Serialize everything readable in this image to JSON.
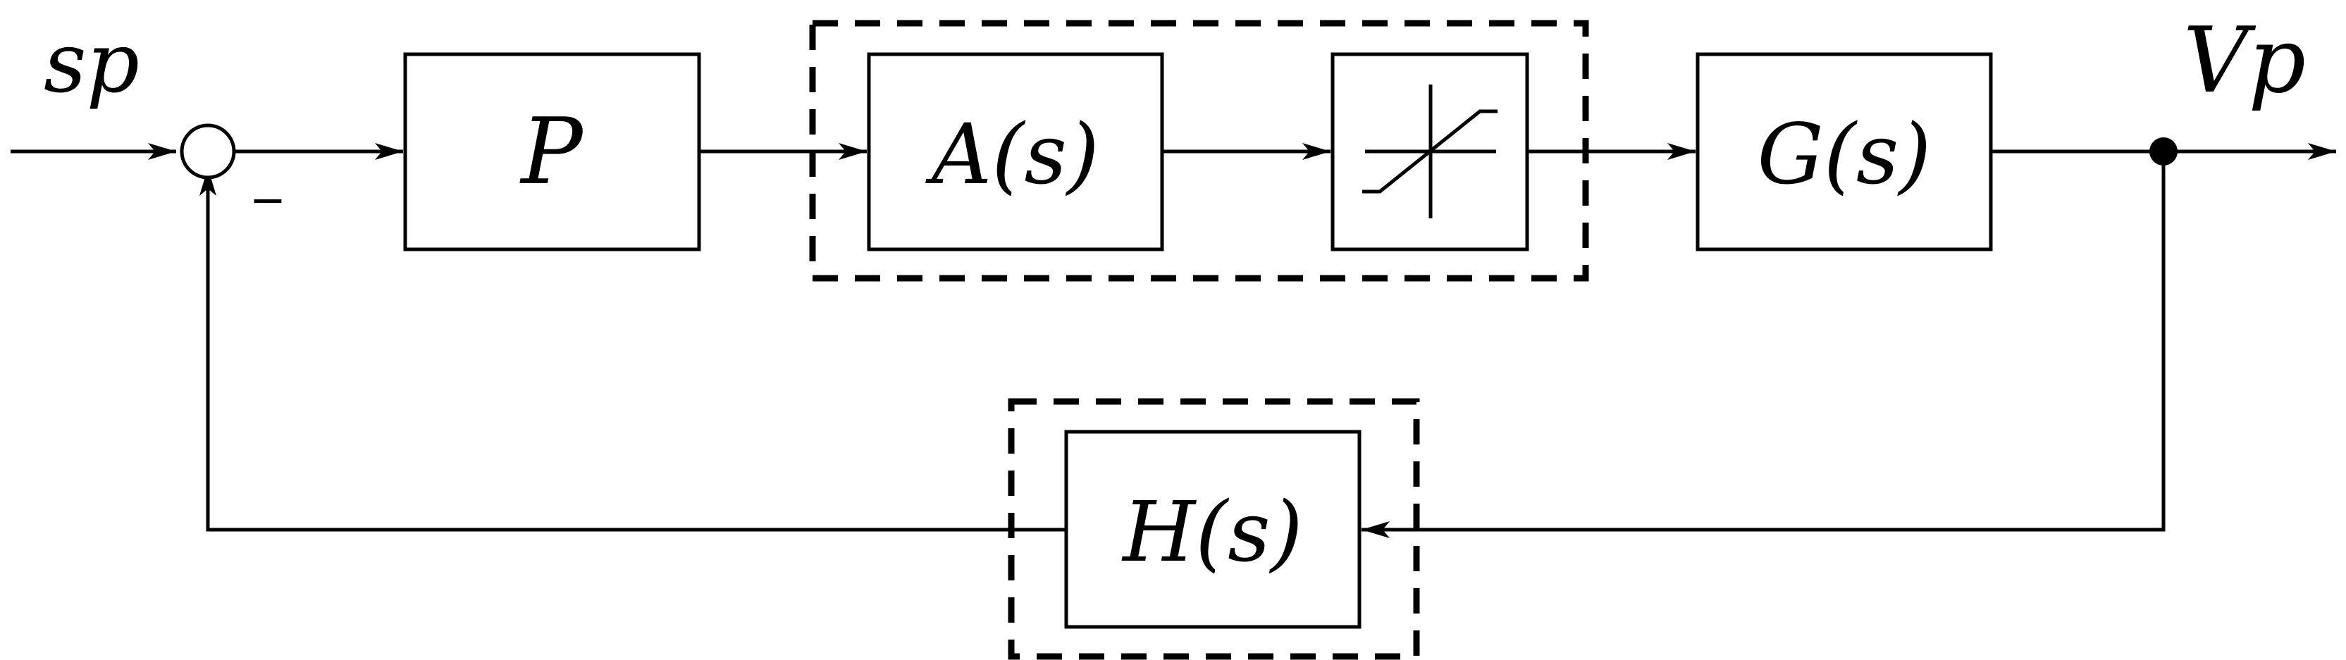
{
  "diagram": {
    "input_label": "sp",
    "output_label": "Vp",
    "sum_sign": "−",
    "blocks": {
      "controller": "P",
      "actuator": "A(s)",
      "saturation_icon": "saturation-icon",
      "plant": "G(s)",
      "feedback": "H(s)"
    }
  }
}
